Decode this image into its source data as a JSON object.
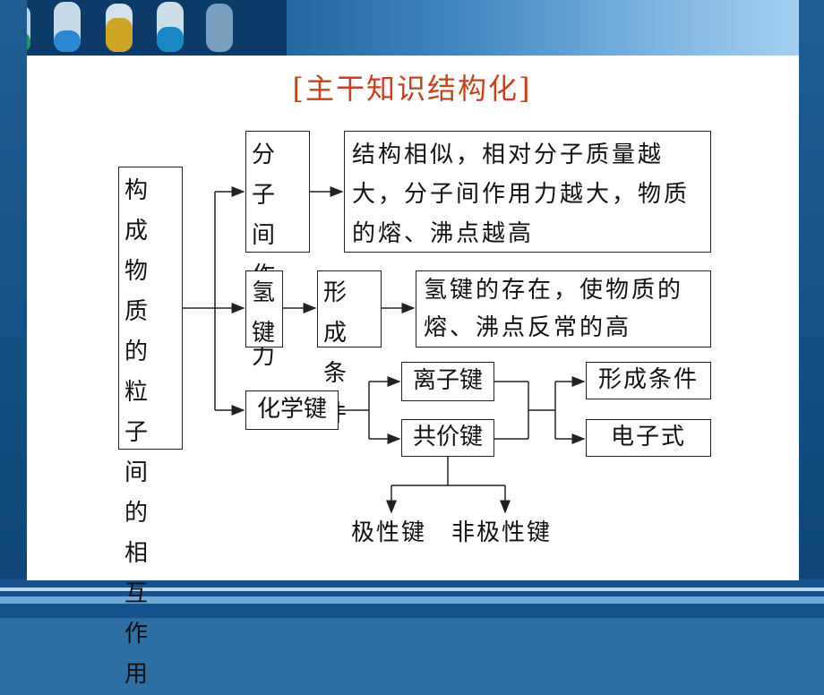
{
  "title": "[主干知识结构化]",
  "root": "构成物质的粒子间的相互作用",
  "intermolecular": {
    "label": "分子间作用力",
    "desc": "结构相似，相对分子质量越大，分子间作用力越大，物质的熔、沸点越高"
  },
  "hydrogen": {
    "label": "氢键",
    "condition": "形成条件",
    "desc": "氢键的存在，使物质的熔、沸点反常的高"
  },
  "chemical": {
    "label": "化学键",
    "ionic": "离子键",
    "covalent": "共价键",
    "formation": "形成条件",
    "electron": "电子式",
    "polar": "极性键",
    "nonpolar": "非极性键"
  }
}
